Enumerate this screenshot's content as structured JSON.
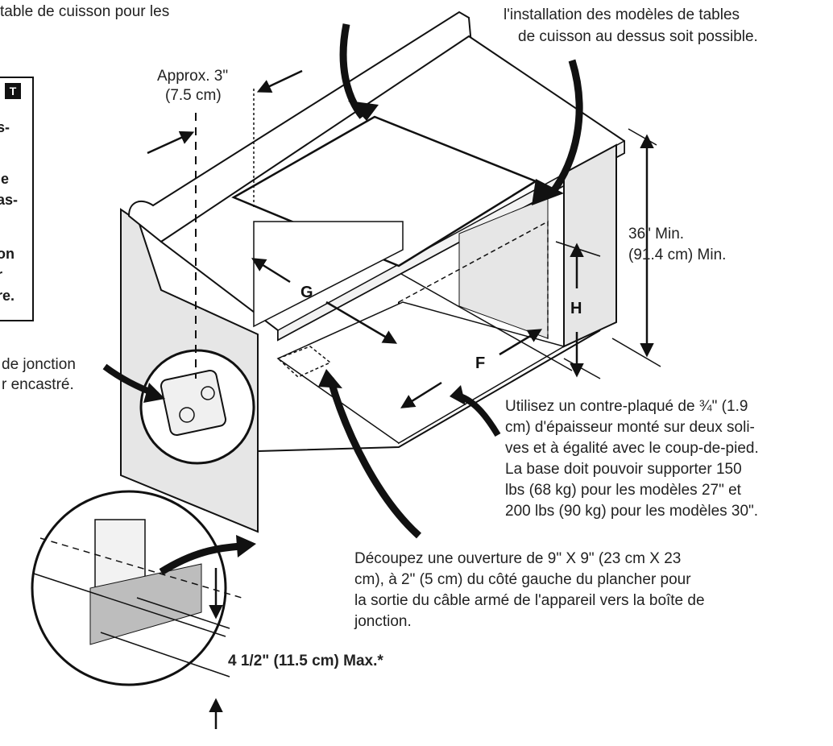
{
  "texts": {
    "top_left": "table de cuisson pour les",
    "top_right_1": "l'installation des modèles de tables",
    "top_right_2": "de cuisson au dessus soit possible.",
    "approx_1": "Approx. 3\"",
    "approx_2": "(7.5 cm)",
    "height_1": "36\" Min.",
    "height_2": "(91.4 cm) Min.",
    "junction_1": "de jonction",
    "junction_2": "r encastré.",
    "plywood_1": "Utilisez un contre-plaqué de ¾\" (1.9",
    "plywood_2": "cm) d'épaisseur monté sur deux soli-",
    "plywood_3": "ves et à égalité avec le coup-de-pied.",
    "plywood_4": "La base doit pouvoir supporter 150",
    "plywood_5": "lbs (68 kg) pour les modèles 27\" et",
    "plywood_6": "200 lbs (90 kg) pour les modèles 30\".",
    "cut_1": "Découpez une ouverture de 9\" X 9\" (23 cm X 23",
    "cut_2": "cm), à 2\" (5 cm) du côté gauche du plancher pour",
    "cut_3": "la sortie du câble armé de l'appareil vers la boîte de",
    "cut_4": "jonction.",
    "kick_height": "4 1/2\" (11.5 cm) Max.*"
  },
  "warning": {
    "tag": "T",
    "lines": [
      "s-",
      "le",
      "as-",
      "on",
      "r",
      "re."
    ]
  },
  "labels": {
    "g": "G",
    "h": "H",
    "f": "F"
  },
  "colors": {
    "stroke": "#111111",
    "shade": "#e6e6e6",
    "dark_shade": "#bdbdbd",
    "text": "#222222"
  }
}
